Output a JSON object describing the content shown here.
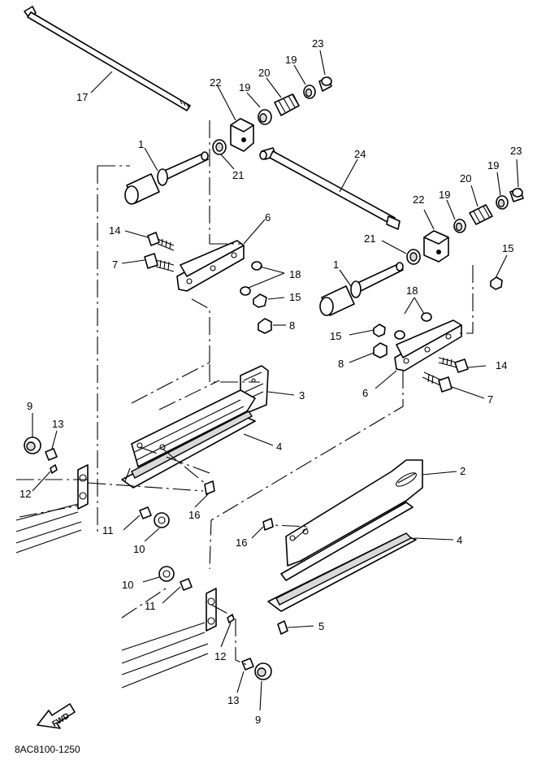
{
  "diagram": {
    "code": "8AC8100-1250",
    "fwd_label": "FWD",
    "labels": {
      "l17": "17",
      "l22a": "22",
      "l19a": "19",
      "l20a": "20",
      "l19b": "19",
      "l23a": "23",
      "l1a": "1",
      "l21a": "21",
      "l24": "24",
      "l6a": "6",
      "l14a": "14",
      "l7a": "7",
      "l18a": "18",
      "l15a": "15",
      "l8a": "8",
      "l22b": "22",
      "l19c": "19",
      "l20b": "20",
      "l19d": "19",
      "l23b": "23",
      "l21b": "21",
      "l15b": "15",
      "l1b": "1",
      "l18b": "18",
      "l15c": "15",
      "l8b": "8",
      "l14b": "14",
      "l6b": "6",
      "l7b": "7",
      "l3": "3",
      "l4a": "4",
      "l9a": "9",
      "l13a": "13",
      "l12a": "12",
      "l16a": "16",
      "l11a": "11",
      "l10a": "10",
      "l2": "2",
      "l16b": "16",
      "l4b": "4",
      "l10b": "10",
      "l11b": "11",
      "l5": "5",
      "l12b": "12",
      "l13b": "13",
      "l9b": "9"
    }
  }
}
